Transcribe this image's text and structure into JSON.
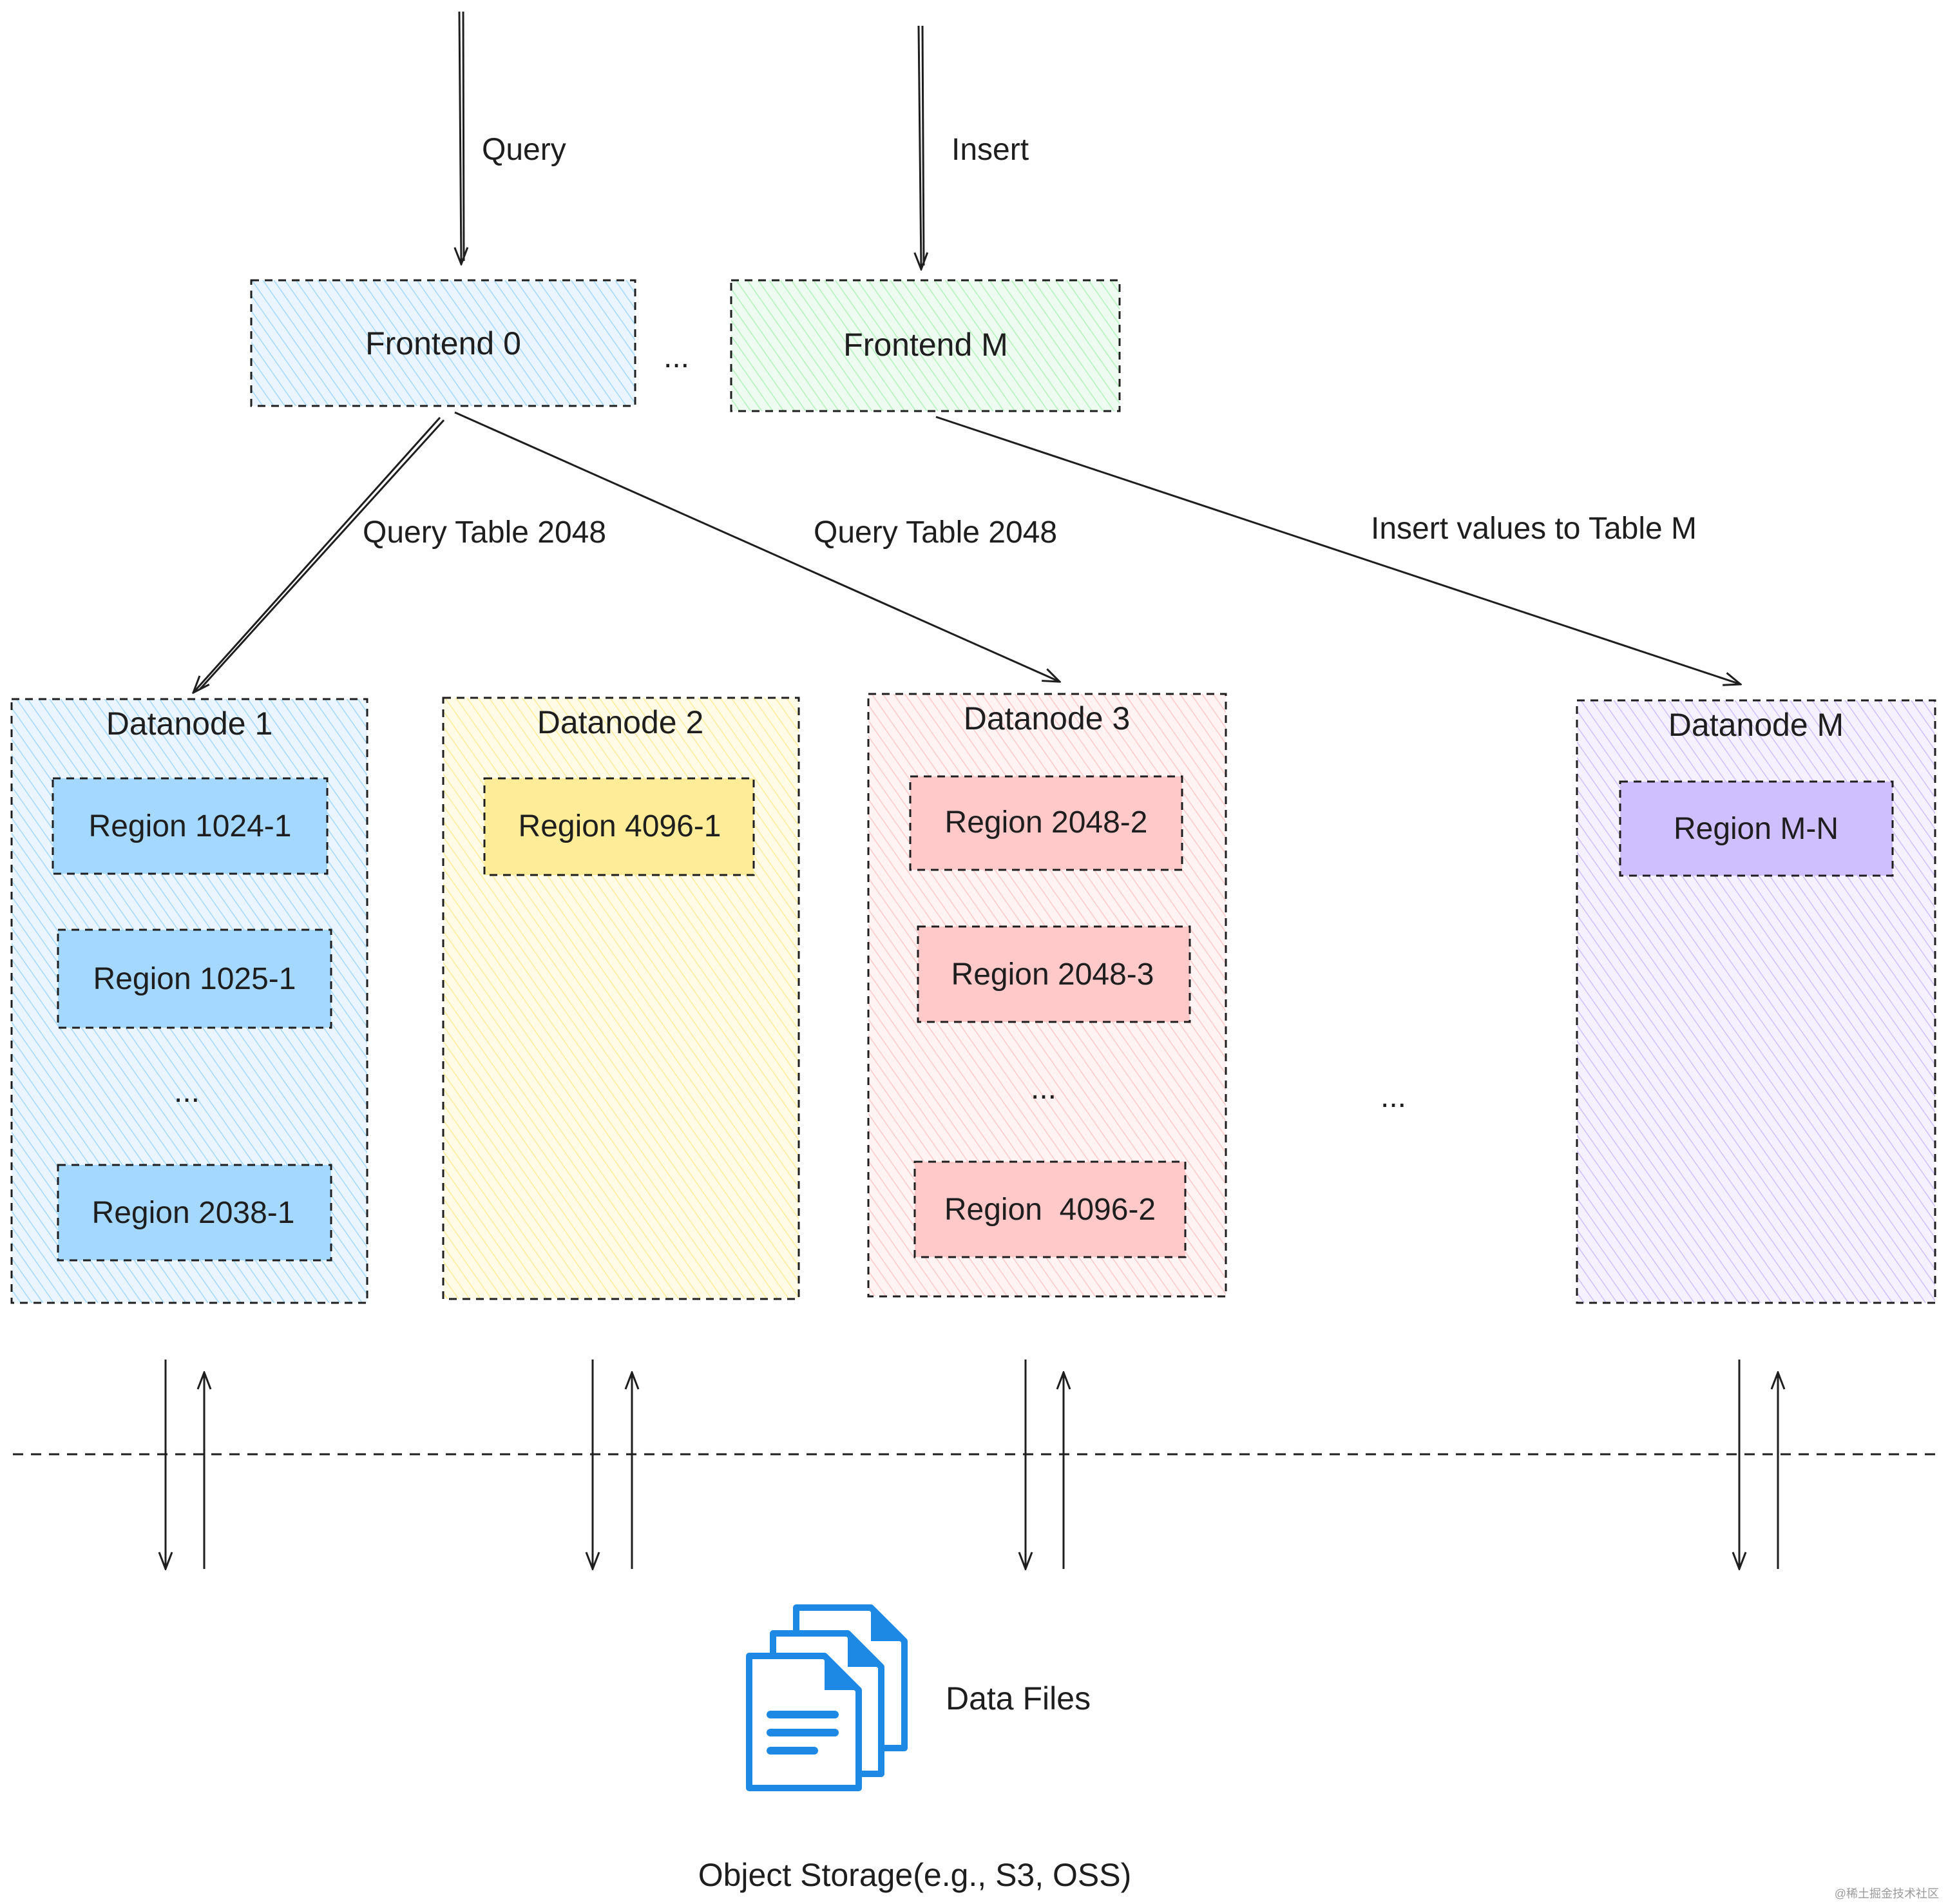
{
  "edges": {
    "query": "Query",
    "insert": "Insert",
    "query_table_left": "Query Table 2048",
    "query_table_right": "Query Table 2048",
    "insert_values": "Insert values to Table M"
  },
  "frontends": {
    "frontend_0": "Frontend 0",
    "ellipsis": "...",
    "frontend_m": "Frontend M"
  },
  "datanodes": [
    {
      "title": "Datanode 1",
      "color": "#a5d8ff",
      "regions": [
        "Region 1024-1",
        "Region 1025-1",
        "Region 2038-1"
      ],
      "ellipsis": "..."
    },
    {
      "title": "Datanode 2",
      "color": "#ffec99",
      "regions": [
        "Region 4096-1"
      ]
    },
    {
      "title": "Datanode 3",
      "color": "#ffc9c9",
      "regions": [
        "Region 2048-2",
        "Region 2048-3",
        "Region  4096-2"
      ],
      "ellipsis": "..."
    },
    {
      "title": "Datanode M",
      "color": "#d0bfff",
      "regions": [
        "Region M-N"
      ]
    }
  ],
  "between_datanodes_ellipsis": "...",
  "storage": {
    "icon": "document-files-icon",
    "files_label": "Data Files",
    "caption": "Object Storage(e.g., S3, OSS)"
  },
  "colors": {
    "frontend_0": "#a5d8ff",
    "frontend_m": "#b2f2bb",
    "file_icon": "#1e88e5"
  },
  "watermark": "@稀土掘金技术社区"
}
